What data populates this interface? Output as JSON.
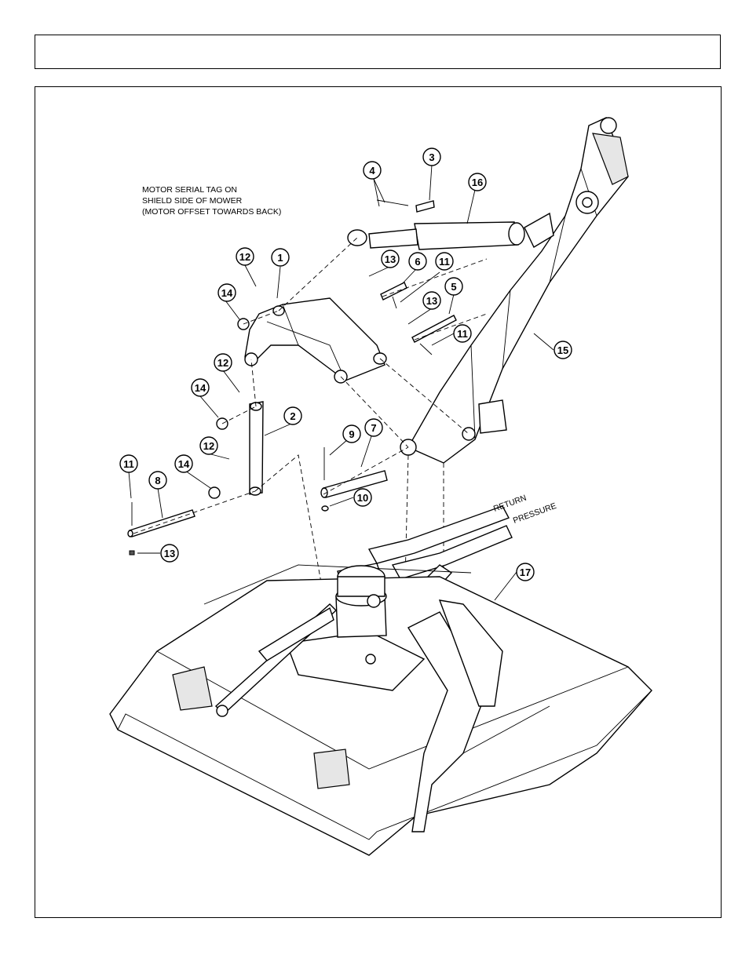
{
  "note": {
    "lines": [
      "MOTOR SERIAL TAG ON",
      "SHIELD SIDE OF MOWER",
      "(MOTOR OFFSET TOWARDS BACK)"
    ]
  },
  "hoses": {
    "return_label": "RETURN",
    "pressure_label": "PRESSURE"
  },
  "callouts": {
    "c1": "1",
    "c2": "2",
    "c3": "3",
    "c4": "4",
    "c5": "5",
    "c6": "6",
    "c7": "7",
    "c8": "8",
    "c9": "9",
    "c10": "10",
    "c11a": "11",
    "c11b": "11",
    "c11c": "11",
    "c12a": "12",
    "c12b": "12",
    "c12c": "12",
    "c13a": "13",
    "c13b": "13",
    "c13c": "13",
    "c14a": "14",
    "c14b": "14",
    "c14c": "14",
    "c15": "15",
    "c16": "16",
    "c17": "17"
  }
}
